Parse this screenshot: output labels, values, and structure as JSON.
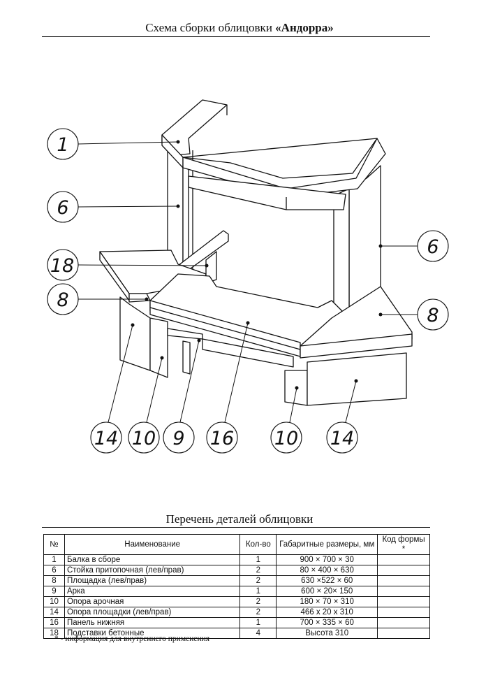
{
  "header": {
    "title_prefix": "Схема сборки облицовки ",
    "title_bold": "«Андорра»"
  },
  "callouts": [
    {
      "id": "c1",
      "label": "1"
    },
    {
      "id": "c6a",
      "label": "6"
    },
    {
      "id": "c18",
      "label": "18"
    },
    {
      "id": "c8a",
      "label": "8"
    },
    {
      "id": "c6b",
      "label": "6"
    },
    {
      "id": "c8b",
      "label": "8"
    },
    {
      "id": "c14a",
      "label": "14"
    },
    {
      "id": "c10a",
      "label": "10"
    },
    {
      "id": "c9",
      "label": "9"
    },
    {
      "id": "c16",
      "label": "16"
    },
    {
      "id": "c10b",
      "label": "10"
    },
    {
      "id": "c14b",
      "label": "14"
    }
  ],
  "parts_list": {
    "title": "Перечень деталей облицовки",
    "headers": [
      "№",
      "Наименование",
      "Кол-во",
      "Габаритные размеры, мм",
      "Код формы *"
    ],
    "rows": [
      [
        "1",
        "Балка в сборе",
        "1",
        "900 × 700 × 30",
        ""
      ],
      [
        "6",
        "Стойка притопочная (лев/прав)",
        "2",
        "80 × 400 × 630",
        ""
      ],
      [
        "8",
        "Площадка (лев/прав)",
        "2",
        "630 ×522 × 60",
        ""
      ],
      [
        "9",
        "Арка",
        "1",
        "600 × 20× 150",
        ""
      ],
      [
        "10",
        "Опора арочная",
        "2",
        "180 × 70 × 310",
        ""
      ],
      [
        "14",
        "Опора площадки (лев/прав)",
        "2",
        "466 x 20 x 310",
        ""
      ],
      [
        "16",
        "Панель нижняя",
        "1",
        "700 × 335  × 60",
        ""
      ],
      [
        "18",
        "Подставки бетонные",
        "4",
        "Высота 310",
        ""
      ]
    ]
  },
  "footnote": "* - информация для внутреннего применения"
}
